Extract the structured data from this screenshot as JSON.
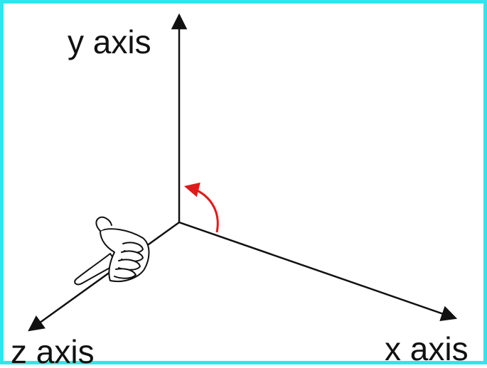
{
  "labels": {
    "y": "y axis",
    "x": "x axis",
    "z": "z axis"
  },
  "colors": {
    "border": "#2fe6ee",
    "axes": "#111111",
    "rotation_arrow": "#e01a1a"
  },
  "icons": {
    "hand": "right-hand-rule-icon"
  }
}
